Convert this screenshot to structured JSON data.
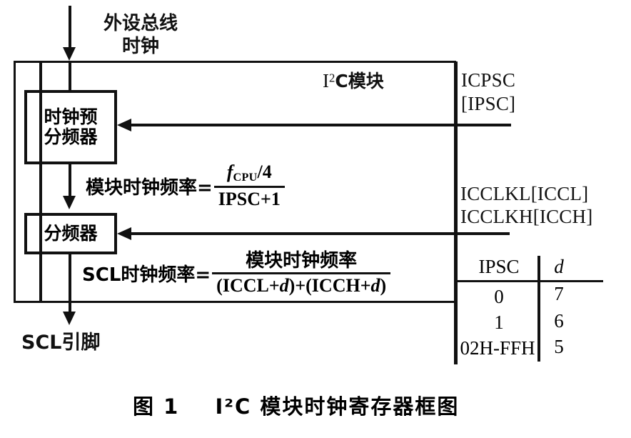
{
  "figure": {
    "caption_number": "图 1",
    "caption_text": "I²C 模块时钟寄存器框图"
  },
  "inputs": {
    "peripheral_bus_clock": "外设总线\n时钟"
  },
  "module": {
    "title_pre": "I",
    "title_sup": "2",
    "title_post": "C模块"
  },
  "blocks": [
    {
      "id": "clock-prescaler",
      "label": "时钟预\n分频器"
    },
    {
      "id": "clock-divider",
      "label": "分频器"
    }
  ],
  "registers": [
    {
      "id": "icpsc",
      "line1": "ICPSC",
      "line2": "[IPSC]"
    },
    {
      "id": "icclkl",
      "line1": "ICCLKL[ICCL]",
      "line2": "ICCLKH[ICCH]"
    }
  ],
  "equations": {
    "module_clock": {
      "lhs": "模块时钟频率=",
      "numerator_var": "f",
      "numerator_sub": "CPU",
      "numerator_rest": "/4",
      "denominator": "IPSC+1"
    },
    "scl_clock": {
      "lhs": "SCL时钟频率=",
      "numerator": "模块时钟频率",
      "den_part1": "(ICCL+",
      "den_var1": "d",
      "den_part2": ")+(ICCH+",
      "den_var2": "d",
      "den_part3": ")"
    }
  },
  "outputs": {
    "scl_pin": "SCL引脚"
  },
  "table": {
    "headers": [
      "IPSC",
      "d"
    ],
    "header_italic_index": 1,
    "rows": [
      {
        "ipsc": "0",
        "d": "7"
      },
      {
        "ipsc": "1",
        "d": "6"
      },
      {
        "ipsc": "02H-FFH",
        "d": "5"
      }
    ]
  },
  "colors": {
    "ink": "#111111",
    "paper": "#ffffff"
  }
}
